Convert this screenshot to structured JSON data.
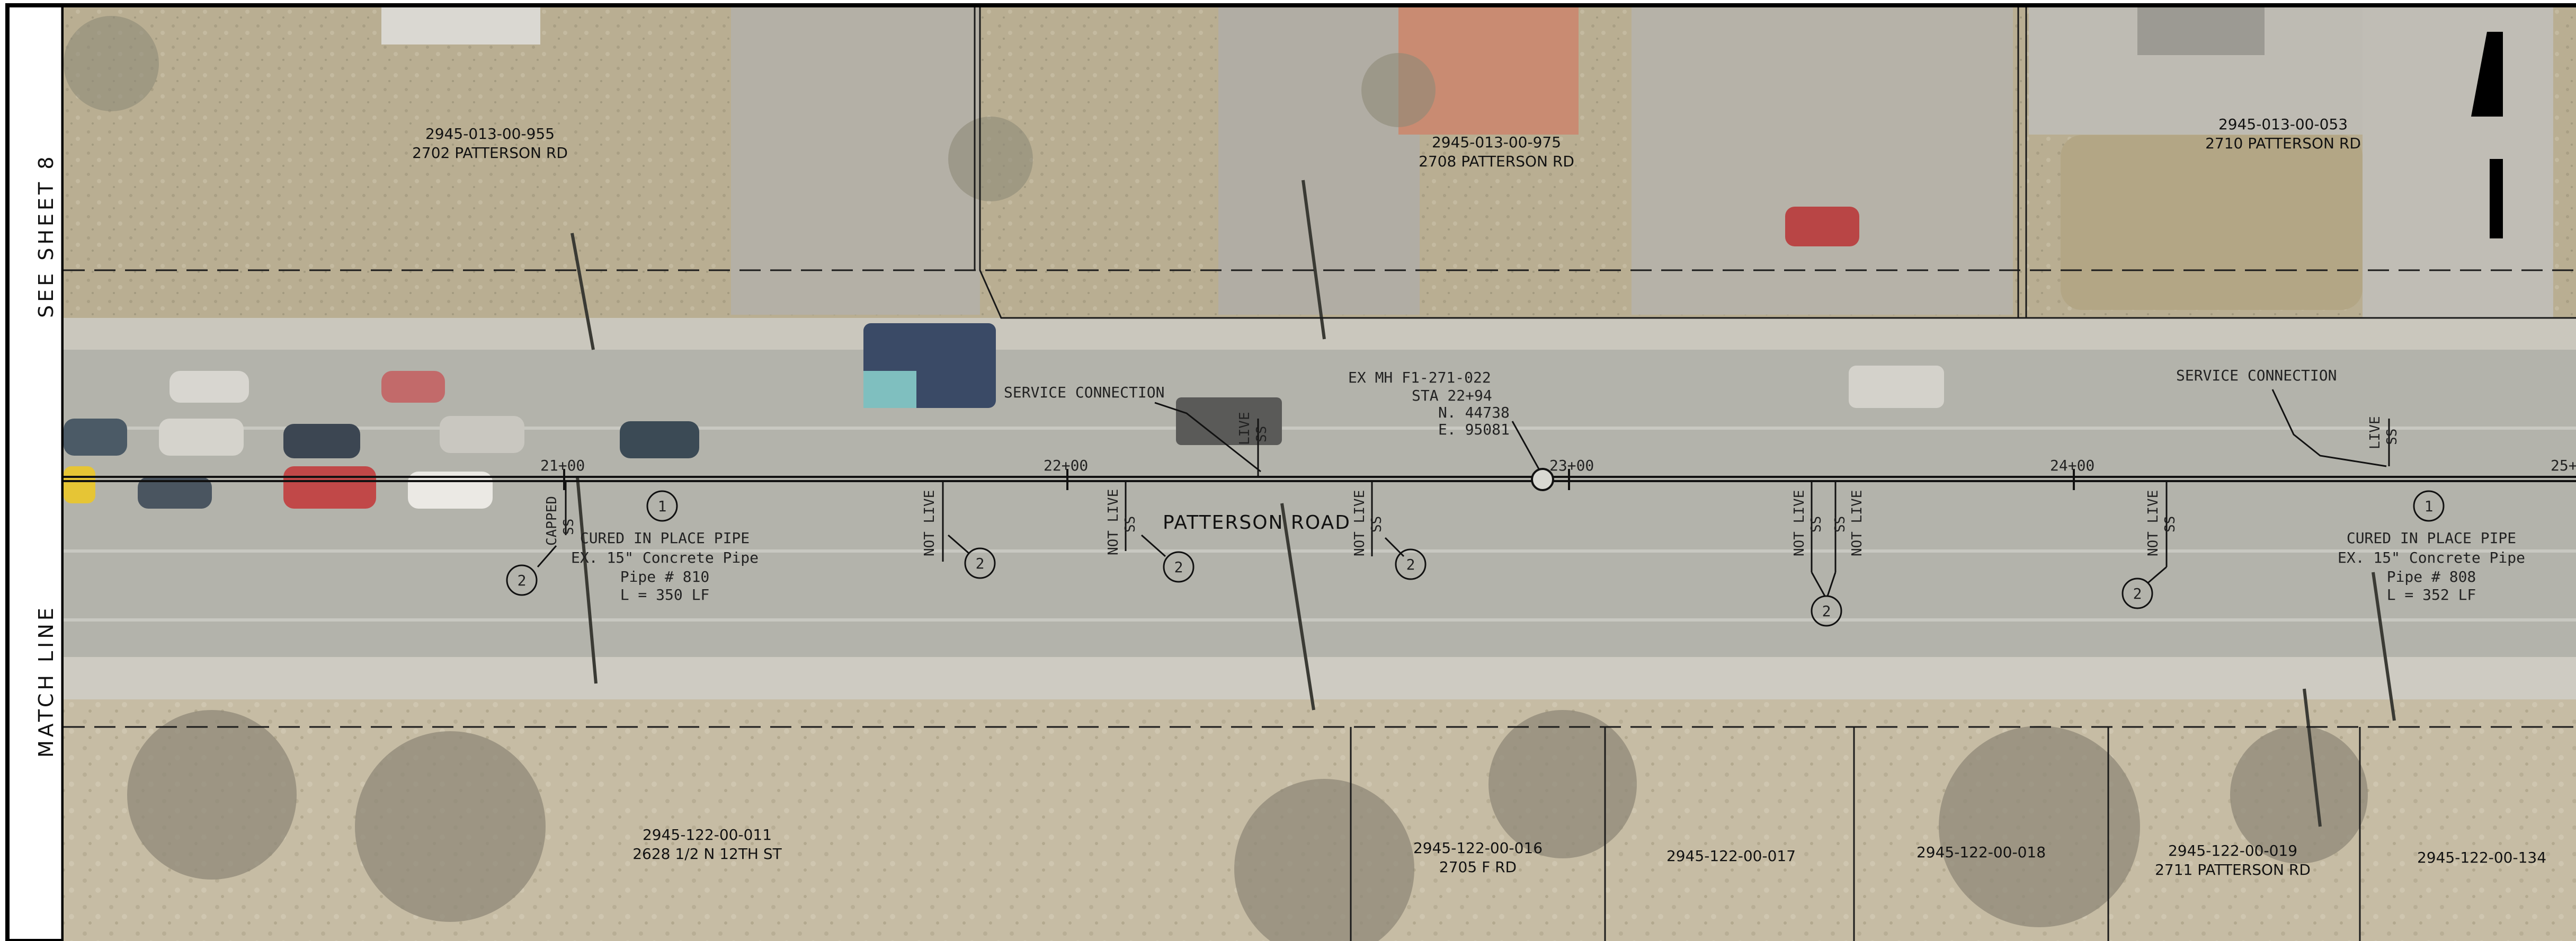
{
  "match_line_text": "MATCH LINE",
  "see_sheet_text": "SEE SHEET 8",
  "road_name": "PATTERSON ROAD",
  "stations": [
    "21+00",
    "22+00",
    "23+00",
    "24+00",
    "25+"
  ],
  "manhole": {
    "line1": "EX MH F1-271-022",
    "line2": "STA 22+94",
    "line3": "N. 44738",
    "line4": "E. 95081"
  },
  "service_connections": [
    "SERVICE CONNECTION",
    "SERVICE CONNECTION"
  ],
  "pipe_notes": [
    {
      "line1": "CURED IN PLACE PIPE",
      "line2": "EX. 15\" Concrete Pipe",
      "line3": "Pipe # 810",
      "line4": "L = 350 LF"
    },
    {
      "line1": "CURED IN PLACE PIPE",
      "line2": "EX. 15\" Concrete Pipe",
      "line3": "Pipe # 808",
      "line4": "L = 352 LF"
    }
  ],
  "lateral_labels": {
    "capped": "CAPPED",
    "not_live": "NOT LIVE",
    "live": "LIVE",
    "ss": "SS"
  },
  "callouts": {
    "one": "1",
    "two": "2"
  },
  "parcels_north": [
    {
      "id": "2945-013-00-955",
      "address": "2702 PATTERSON RD"
    },
    {
      "id": "2945-013-00-975",
      "address": "2708 PATTERSON RD"
    },
    {
      "id": "2945-013-00-053",
      "address": "2710 PATTERSON RD"
    }
  ],
  "parcels_south": [
    {
      "id": "2945-122-00-011",
      "address": "2628 1/2 N 12TH ST"
    },
    {
      "id": "2945-122-00-016",
      "address": "2705 F RD"
    },
    {
      "id": "2945-122-00-017",
      "address": ""
    },
    {
      "id": "2945-122-00-018",
      "address": ""
    },
    {
      "id": "2945-122-00-019",
      "address": "2711 PATTERSON RD"
    },
    {
      "id": "2945-122-00-134",
      "address": ""
    }
  ],
  "colors": {
    "grass_north": "#b8ac8e",
    "grass_south": "#c5bba3",
    "road": "#b5b5ae",
    "sidewalk": "#cfcdc5",
    "roof_red": "#c98b72",
    "line": "#1a1a1a"
  }
}
